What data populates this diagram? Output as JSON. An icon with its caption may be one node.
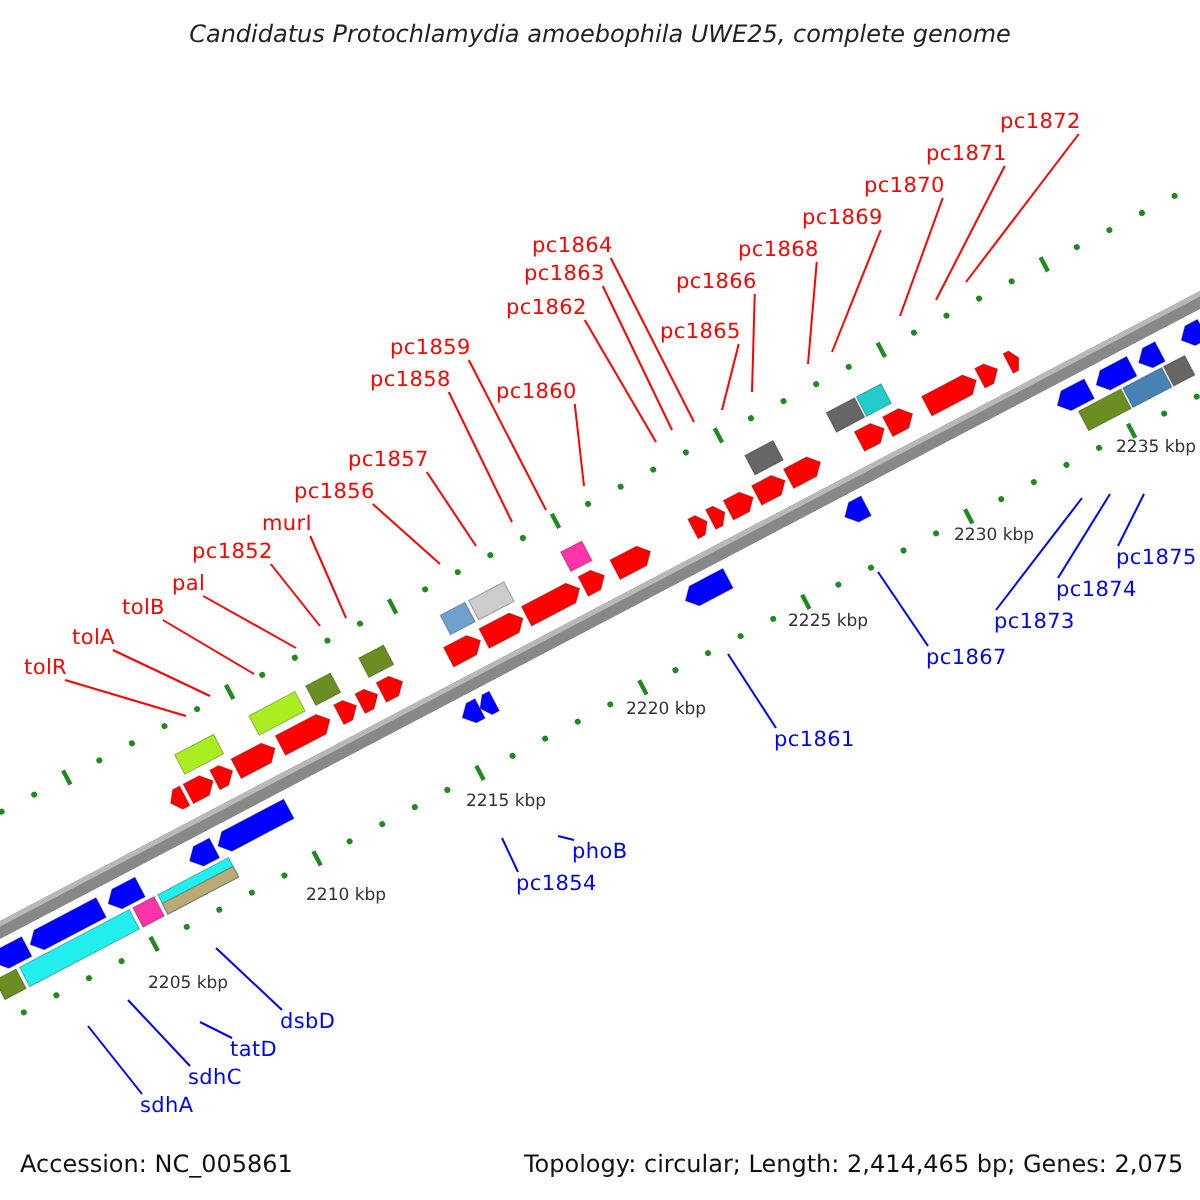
{
  "diagram": {
    "title": "Candidatus Protochlamydia amoebophila UWE25, complete genome",
    "nodes": [
      {
        "text": [
          "tolR"
        ]
      },
      {
        "text": [
          "tolA"
        ]
      },
      {
        "text": [
          "tolB"
        ]
      },
      {
        "text": [
          "pal"
        ]
      },
      {
        "text": [
          "pc1852"
        ]
      },
      {
        "text": [
          "murI"
        ]
      },
      {
        "text": [
          "pc1856"
        ]
      },
      {
        "text": [
          "pc1857"
        ]
      },
      {
        "text": [
          "pc1858"
        ]
      },
      {
        "text": [
          "pc1859"
        ]
      },
      {
        "text": [
          "pc1860"
        ]
      },
      {
        "text": [
          "pc1862"
        ]
      },
      {
        "text": [
          "pc1863"
        ]
      },
      {
        "text": [
          "pc1864"
        ]
      },
      {
        "text": [
          "pc1865"
        ]
      },
      {
        "text": [
          "pc1866"
        ]
      },
      {
        "text": [
          "pc1868"
        ]
      },
      {
        "text": [
          "pc1869"
        ]
      },
      {
        "text": [
          "pc1870"
        ]
      },
      {
        "text": [
          "pc1871"
        ]
      },
      {
        "text": [
          "pc1872"
        ]
      },
      {
        "text": [
          "pc1854"
        ]
      },
      {
        "text": [
          "phoB"
        ]
      },
      {
        "text": [
          "pc1861"
        ]
      },
      {
        "text": [
          "pc1867"
        ]
      },
      {
        "text": [
          "pc1873"
        ]
      },
      {
        "text": [
          "pc1874"
        ]
      },
      {
        "text": [
          "pc1875"
        ]
      },
      {
        "text": [
          "sdhA"
        ]
      },
      {
        "text": [
          "sdhC"
        ]
      },
      {
        "text": [
          "tatD"
        ]
      },
      {
        "text": [
          "dsbD"
        ]
      }
    ],
    "edges": [
      {
        "from": 0,
        "to": null,
        "arrow": "none"
      },
      {
        "from": 1,
        "to": null,
        "arrow": "none"
      },
      {
        "from": 2,
        "to": null,
        "arrow": "none"
      },
      {
        "from": 3,
        "to": null,
        "arrow": "none"
      },
      {
        "from": 4,
        "to": null,
        "arrow": "none"
      },
      {
        "from": 5,
        "to": null,
        "arrow": "none"
      },
      {
        "from": 6,
        "to": null,
        "arrow": "none"
      },
      {
        "from": 7,
        "to": null,
        "arrow": "none"
      },
      {
        "from": 8,
        "to": null,
        "arrow": "none"
      },
      {
        "from": 9,
        "to": null,
        "arrow": "none"
      },
      {
        "from": 10,
        "to": null,
        "arrow": "none"
      },
      {
        "from": 11,
        "to": null,
        "arrow": "none"
      },
      {
        "from": 12,
        "to": null,
        "arrow": "none"
      },
      {
        "from": 13,
        "to": null,
        "arrow": "none"
      },
      {
        "from": 14,
        "to": null,
        "arrow": "none"
      },
      {
        "from": 15,
        "to": null,
        "arrow": "none"
      },
      {
        "from": 16,
        "to": null,
        "arrow": "none"
      },
      {
        "from": 17,
        "to": null,
        "arrow": "none"
      },
      {
        "from": 18,
        "to": null,
        "arrow": "none"
      },
      {
        "from": 19,
        "to": null,
        "arrow": "none"
      },
      {
        "from": 20,
        "to": null,
        "arrow": "none"
      },
      {
        "from": 21,
        "to": null,
        "arrow": "none",
        "color": "#0000ff"
      },
      {
        "from": 22,
        "to": null,
        "arrow": "none",
        "color": "#0000ff"
      },
      {
        "from": 23,
        "to": null,
        "arrow": "none",
        "color": "#0000ff"
      },
      {
        "from": 24,
        "to": null,
        "arrow": "none",
        "color": "#0000ff"
      },
      {
        "from": 25,
        "to": null,
        "arrow": "none",
        "color": "#0000ff"
      },
      {
        "from": 26,
        "to": null,
        "arrow": "none",
        "color": "#0000ff"
      },
      {
        "from": 27,
        "to": null,
        "arrow": "none",
        "color": "#0000ff"
      },
      {
        "from": 28,
        "to": null,
        "arrow": "none",
        "color": "#0000ff"
      },
      {
        "from": 29,
        "to": null,
        "arrow": "none",
        "color": "#0000ff"
      },
      {
        "from": 30,
        "to": null,
        "arrow": "none",
        "color": "#0000ff"
      },
      {
        "from": 31,
        "to": null,
        "arrow": "none",
        "color": "#0000ff"
      }
    ],
    "labels": [
      "2205 kbp",
      "2210 kbp",
      "2215 kbp",
      "2220 kbp",
      "2225 kbp",
      "2230 kbp",
      "2235 kbp",
      "Accession: NC_005861",
      "Topology: circular; Length: 2,414,465 bp; Genes: 2,075"
    ]
  }
}
